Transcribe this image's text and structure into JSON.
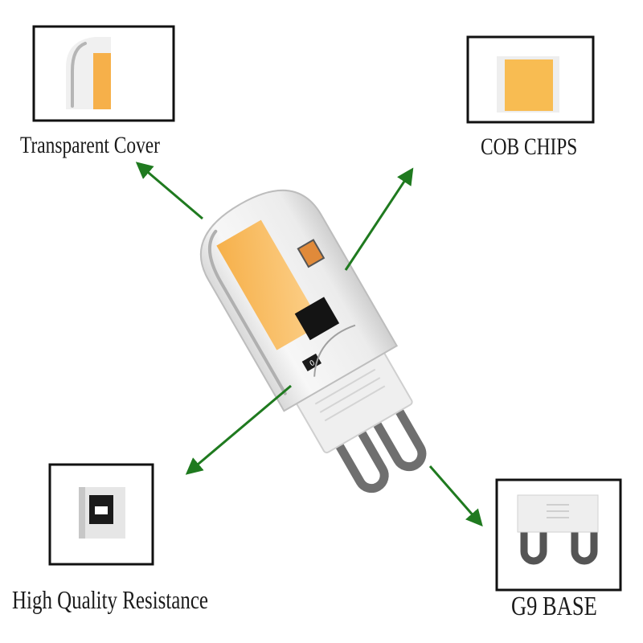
{
  "callouts": {
    "cover": {
      "label": "Transparent Cover",
      "icon": "transparent-cover-thumbnail"
    },
    "chips": {
      "label": "COB CHIPS",
      "icon": "cob-chip-thumbnail"
    },
    "resistance": {
      "label": "High Quality Resistance",
      "icon": "resistor-thumbnail"
    },
    "base": {
      "label": "G9 BASE",
      "icon": "g9-base-thumbnail"
    }
  },
  "product": {
    "icon": "g9-led-bulb",
    "component_marking": "0"
  },
  "colors": {
    "arrow": "#1f7a1f",
    "chip": "#f8b84a",
    "chip_light": "#fcd48a",
    "base": "#eeeeee",
    "pins": "#6f6f6f",
    "frame": "#111111"
  }
}
